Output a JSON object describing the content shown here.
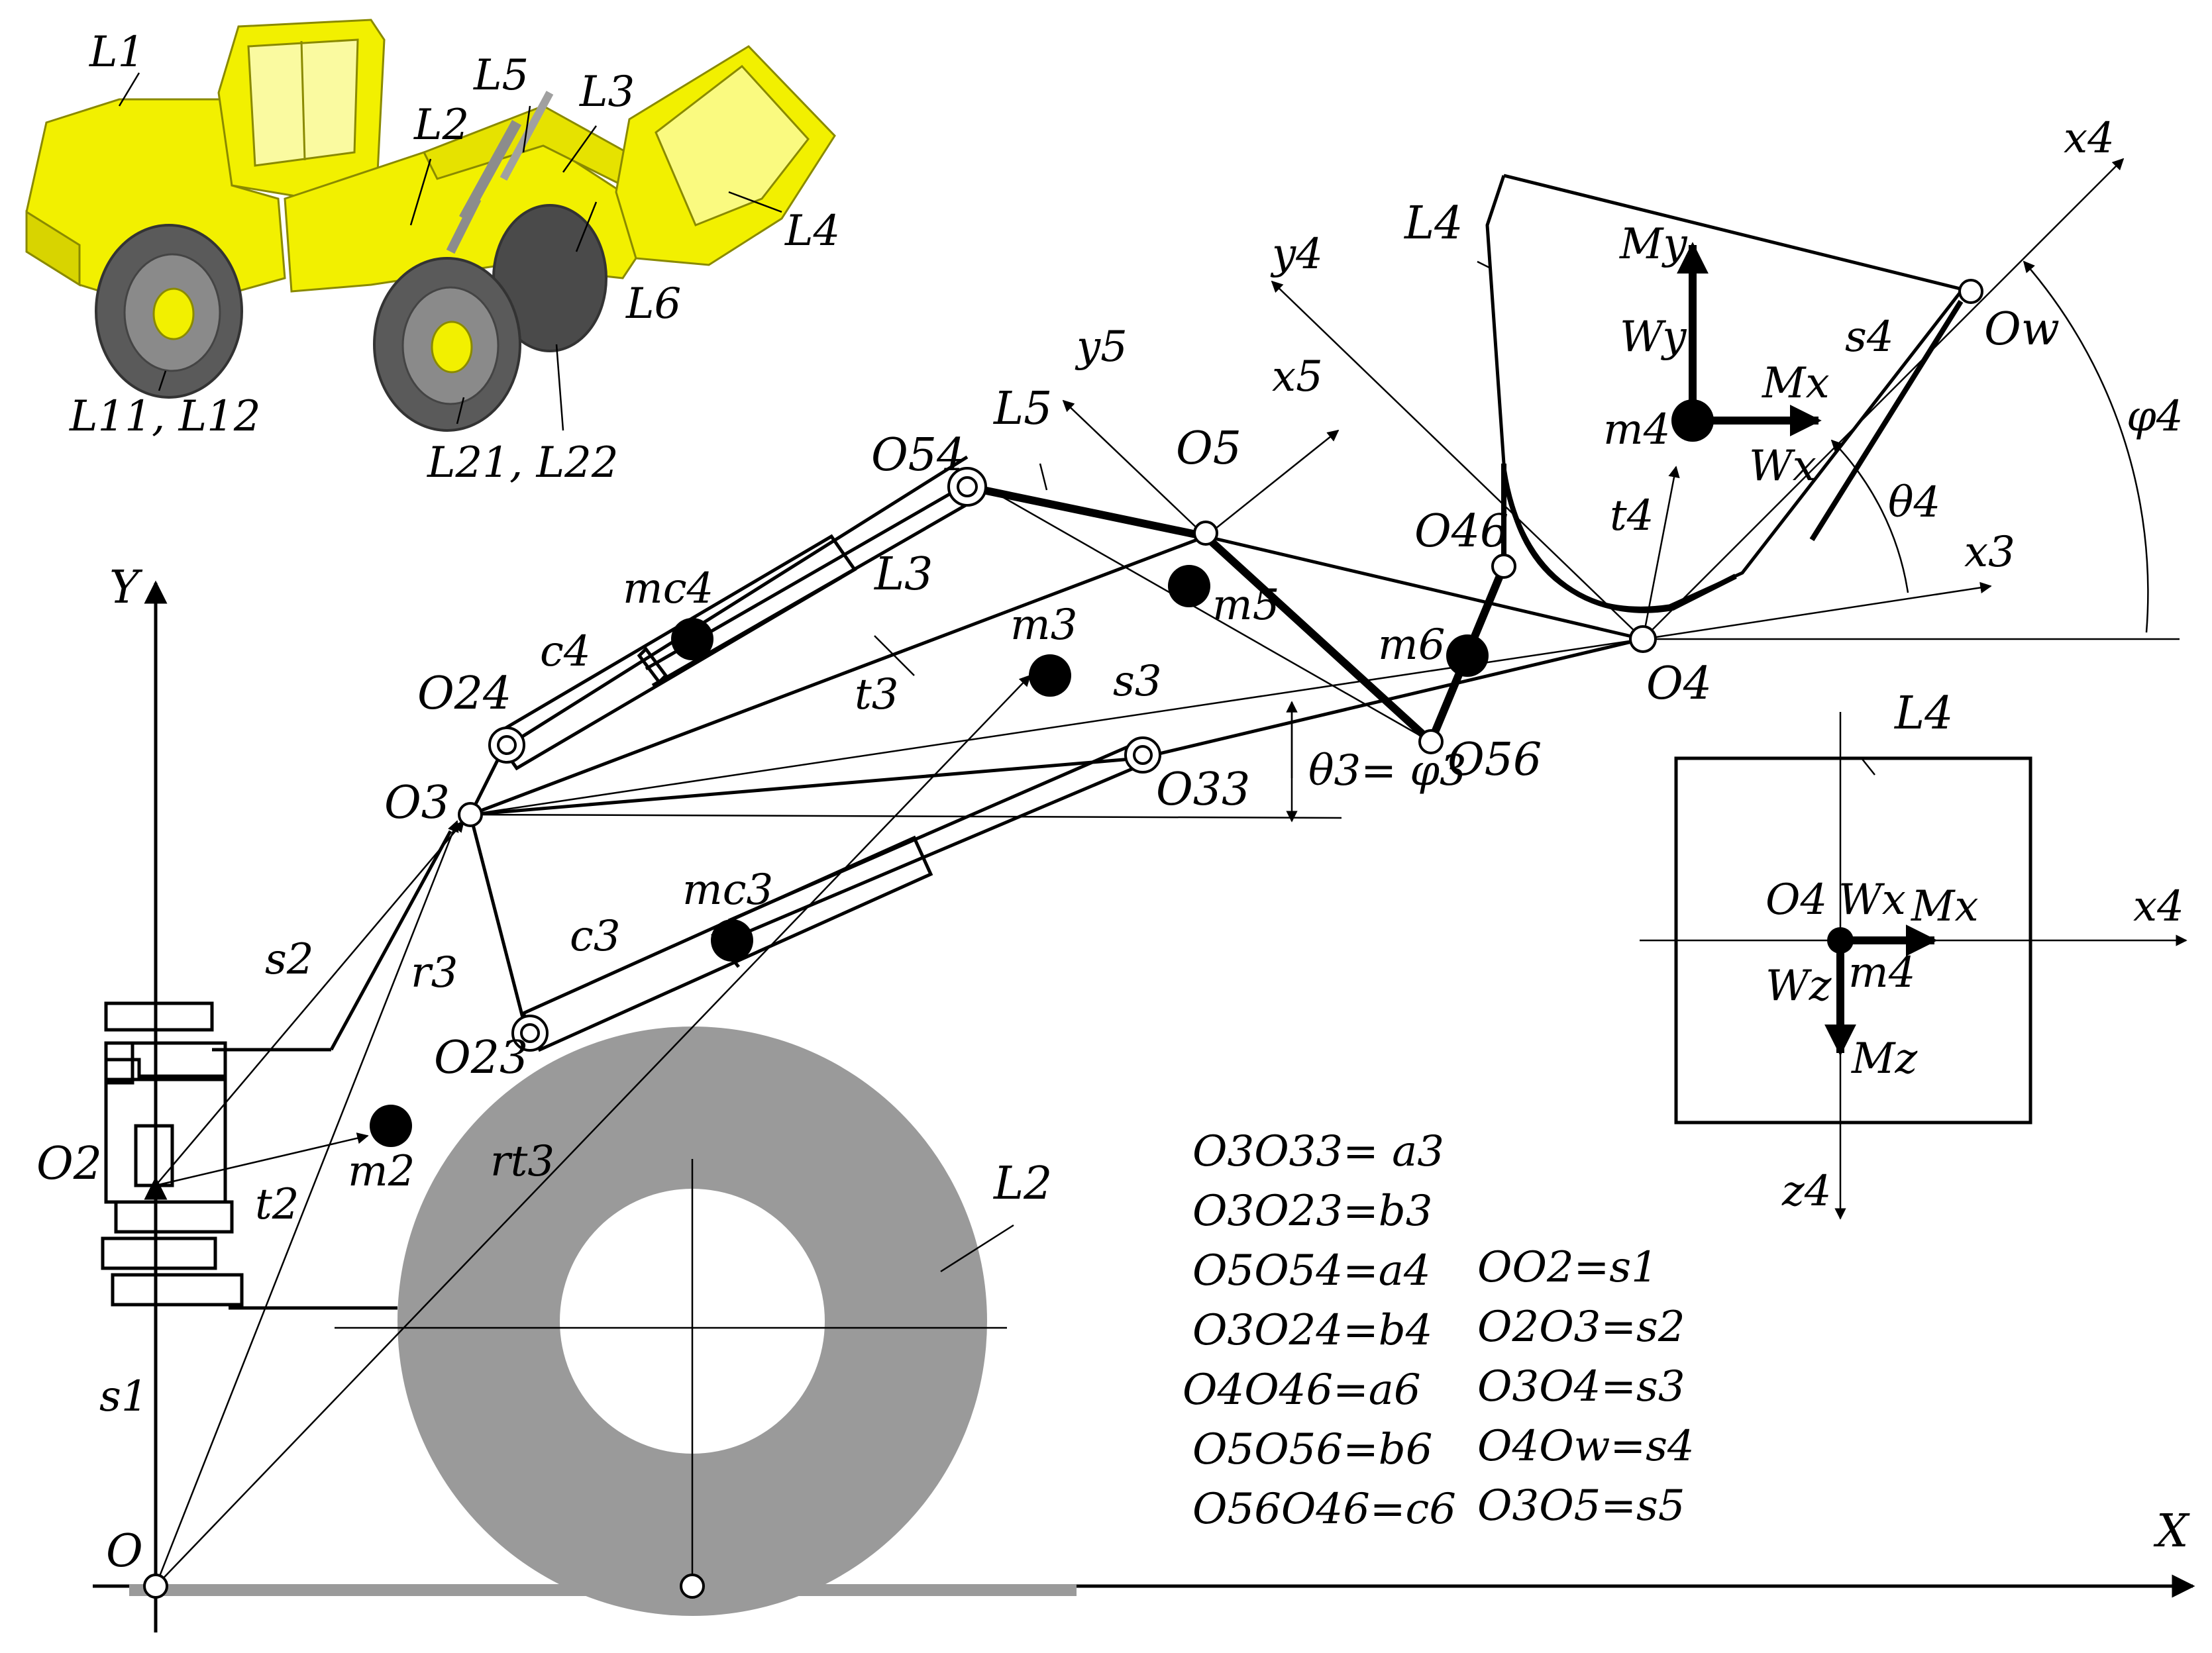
{
  "labels": {
    "L1": "L1",
    "L2_top": "L2",
    "L3_top": "L3",
    "L4_top": "L4",
    "L5_top": "L5",
    "L6": "L6",
    "L11_L12": "L11, L12",
    "L21_L22": "L21, L22",
    "Y": "Y",
    "X": "X",
    "O": "O",
    "O2": "O2",
    "O3": "O3",
    "O4": "O4",
    "O5": "O5",
    "O23": "O23",
    "O24": "O24",
    "O33": "O33",
    "O46": "O46",
    "O54": "O54",
    "O56": "O56",
    "Ow": "Ow",
    "L2": "L2",
    "L3": "L3",
    "L4": "L4",
    "L5": "L5",
    "L4_box": "L4",
    "s1": "s1",
    "s2": "s2",
    "s3": "s3",
    "s4": "s4",
    "t2": "t2",
    "t3": "t3",
    "t4": "t4",
    "r3": "r3",
    "rt3": "rt3",
    "c3": "c3",
    "c4": "c4",
    "m2": "m2",
    "m3": "m3",
    "m4": "m4",
    "m5": "m5",
    "m6": "m6",
    "mc3": "mc3",
    "mc4": "mc4",
    "x3": "x3",
    "x4": "x4",
    "y4": "y4",
    "x5": "x5",
    "y5": "y5",
    "My": "My",
    "Wy": "Wy",
    "Mx": "Mx",
    "Wx": "Wx",
    "theta3_phi3": "θ3= φ3",
    "theta4": "θ4",
    "phi4": "φ4",
    "box_O4": "O4",
    "box_Wx": "Wx",
    "box_Mx": "Mx",
    "box_x4": "x4",
    "box_m4": "m4",
    "box_Wz": "Wz",
    "box_Mz": "Mz",
    "box_z4": "z4"
  },
  "equations_left": [
    "O3O33= a3",
    "O3O23=b3",
    "O5O54=a4",
    "O3O24=b4",
    "O4O46=a6",
    "O5O56=b6",
    "O56O46=c6"
  ],
  "equations_right": [
    "OO2=s1",
    "O2O3=s2",
    "O3O4=s3",
    "O4Ow=s4",
    "O3O5=s5"
  ],
  "colors": {
    "body_yellow": "#f2f000",
    "tire_gray": "#9a9a9a",
    "wheel_gray": "#7a7a7a",
    "ink": "#000000"
  }
}
